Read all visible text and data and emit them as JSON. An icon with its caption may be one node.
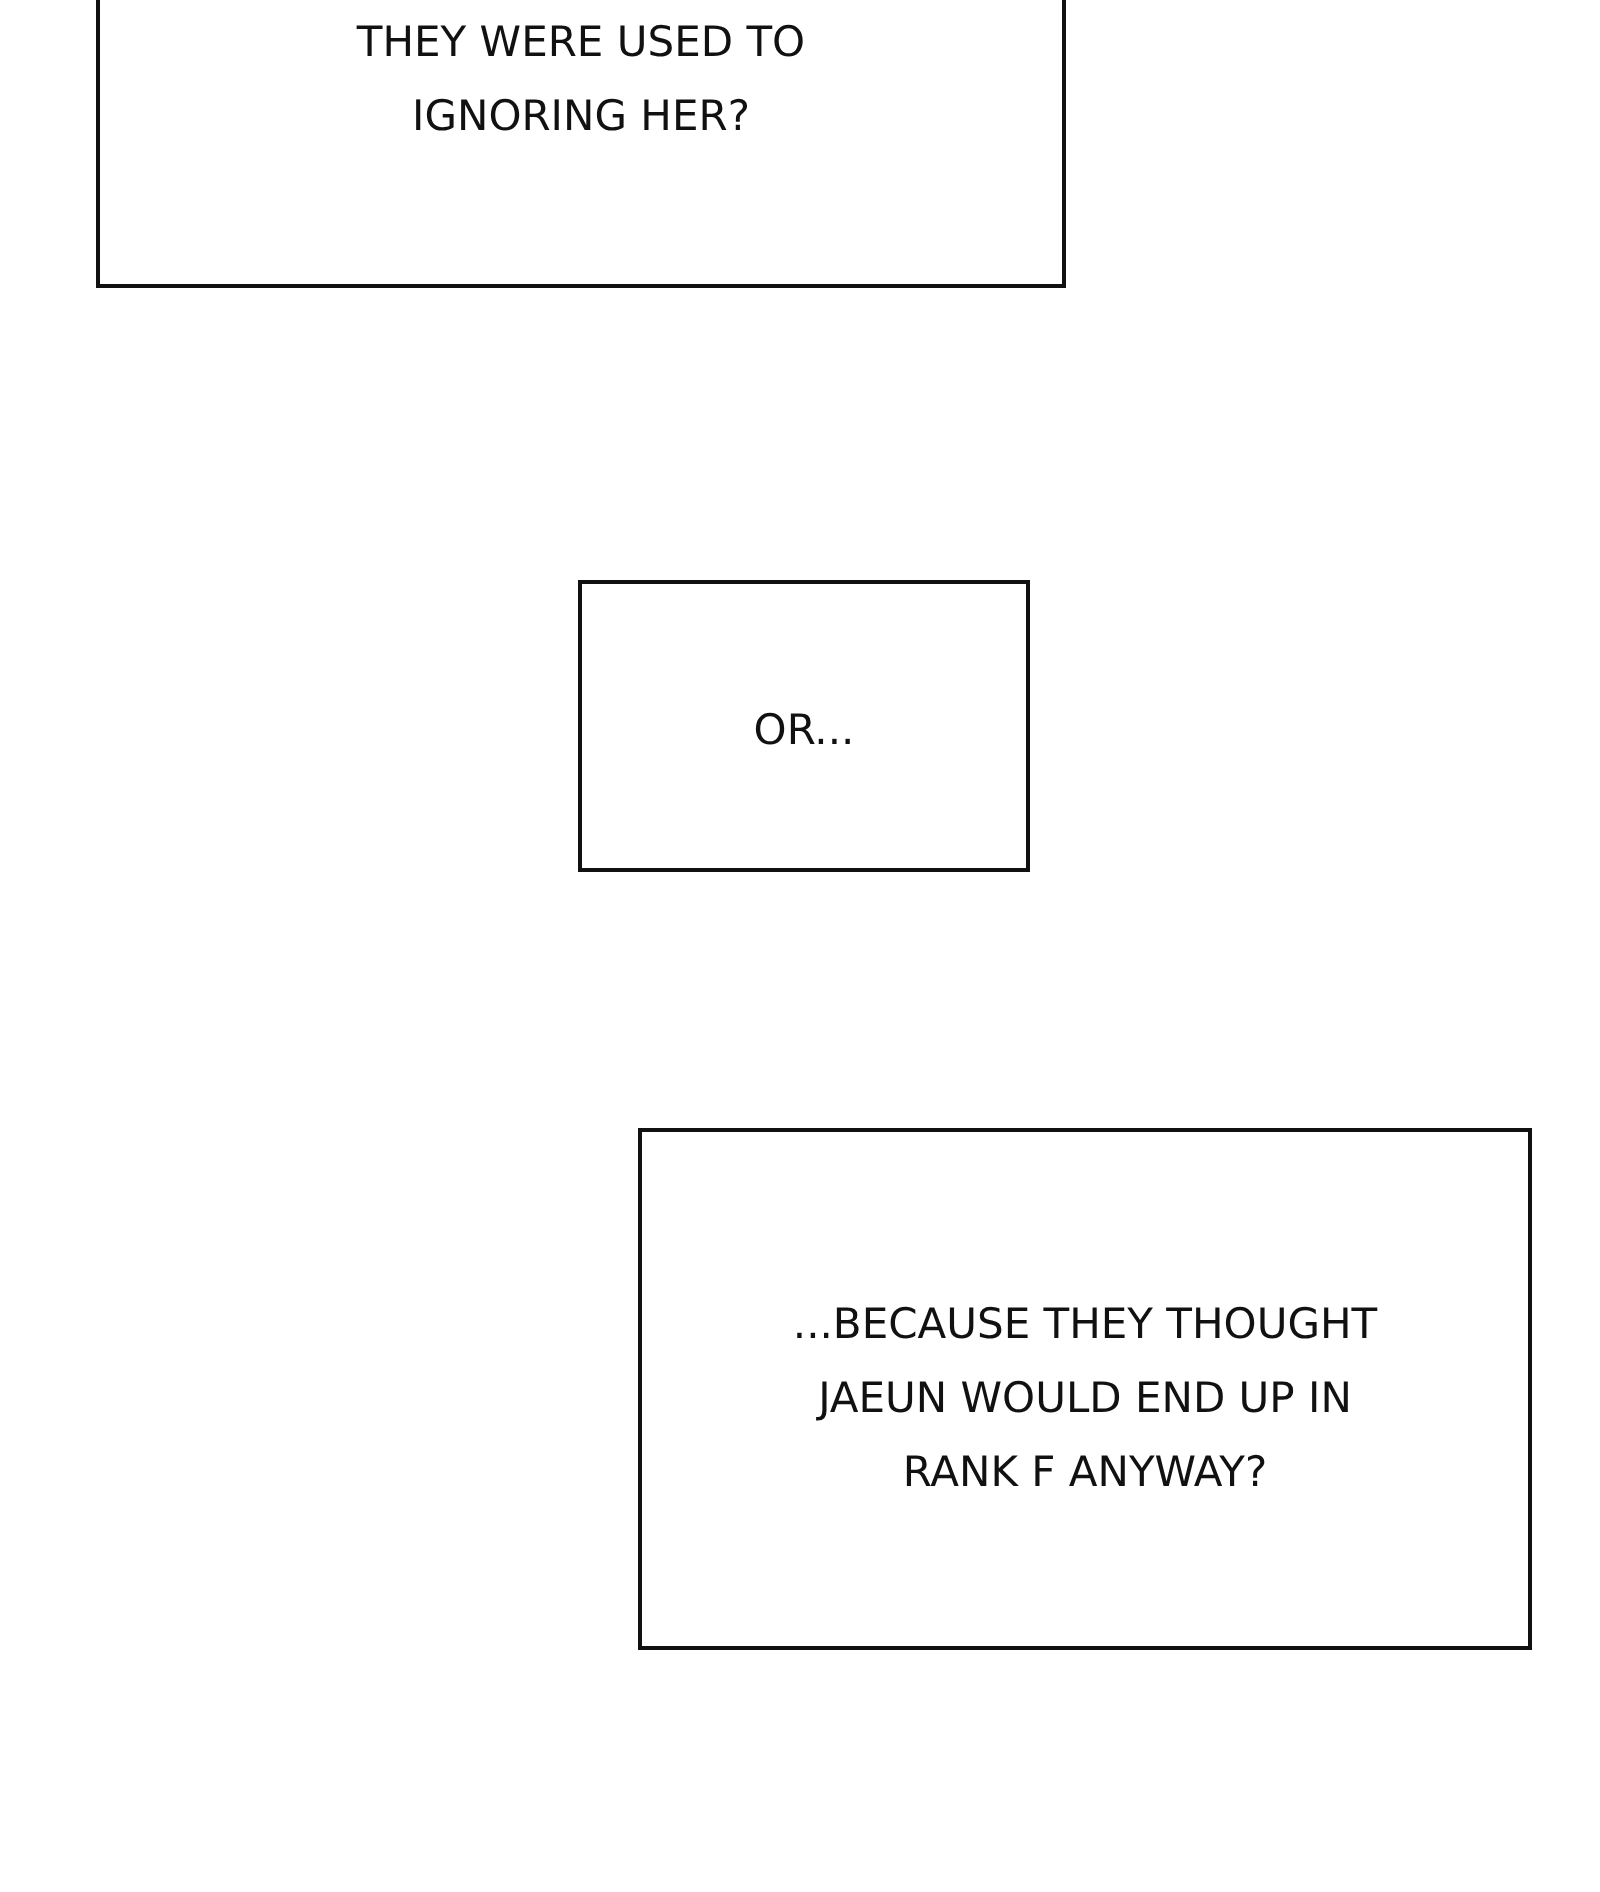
{
  "diagram": {
    "nodes": [
      {
        "text": [
          "THEY WERE USED TO IGNORING HER?"
        ]
      },
      {
        "text": [
          "OR..."
        ]
      },
      {
        "text": [
          "...BECAUSE THEY THOUGHT JAEUN WOULD END UP IN RANK F ANYWAY?"
        ]
      }
    ]
  }
}
